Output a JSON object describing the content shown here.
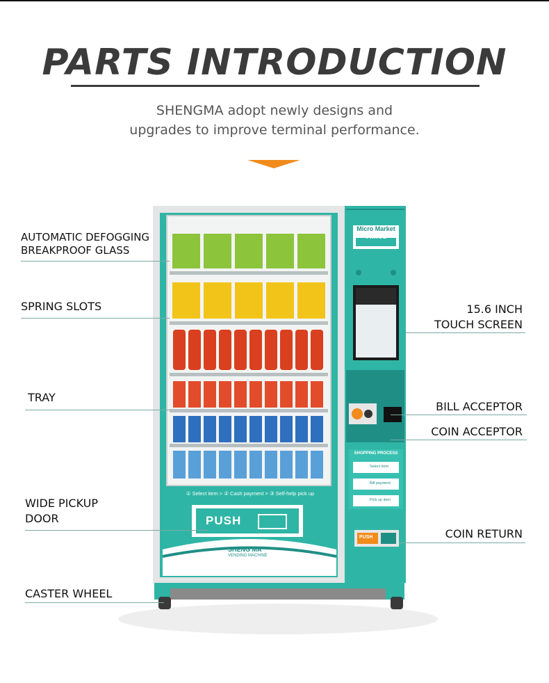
{
  "header": {
    "title": "PARTS INTRODUCTION",
    "subtitle_line1": "SHENGMA adopt newly designs and",
    "subtitle_line2": "upgrades to improve terminal performance."
  },
  "callouts": {
    "glass_line1": "AUTOMATIC DEFOGGING",
    "glass_line2": "BREAKPROOF GLASS",
    "spring_slots": "SPRING SLOTS",
    "tray": "TRAY",
    "pickup_line1": "WIDE PICKUP",
    "pickup_line2": "DOOR",
    "caster": "CASTER WHEEL",
    "screen_line1": "15.6 INCH",
    "screen_line2": "TOUCH SCREEN",
    "bill": "BILL ACCEPTOR",
    "coin": "COIN ACCEPTOR",
    "coin_return": "COIN RETURN"
  },
  "machine": {
    "brand_logo_line1": "Micro Market",
    "brand_logo_line2": "Times",
    "steps_text": "① Select item > ② Cash payment > ③ Self-help pick up",
    "push_label": "PUSH",
    "company_name": "SHENG MA",
    "company_sub": "VENDING MACHINE",
    "shopping_process": "SHOPPING PROCESS",
    "step1": "Select item",
    "step2": "Bill payment",
    "step3": "Pick up item",
    "return_push": "PUSH"
  },
  "colors": {
    "teal": "#2fb5a5",
    "teal_dark": "#1f8f86",
    "accent_orange": "#f18b1b",
    "chip_red": "#d9401f",
    "chip_yellow": "#f2c41a",
    "chip_green": "#8cc43c"
  }
}
